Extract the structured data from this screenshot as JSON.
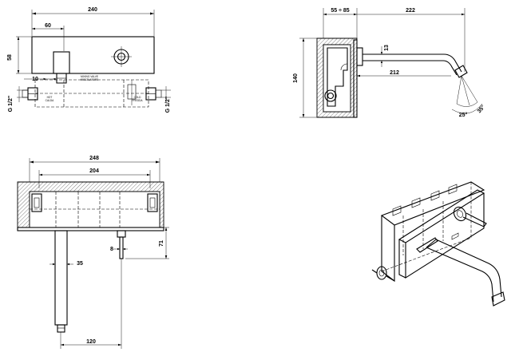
{
  "front_view": {
    "dim_width": "240",
    "dim_offset": "60",
    "dim_height": "58",
    "dim_small": "10",
    "dim_thread_left": "G 1/2\"",
    "dim_thread_right": "G 1/2\"",
    "label_hot_l1": "HOT",
    "label_hot_l2": "CALDA",
    "label_cold_l1": "COLD",
    "label_cold_l2": "FREDDA",
    "label_mixing_l1": "MIXING VALVE",
    "label_mixing_l2": "MISCELATORE"
  },
  "side_view": {
    "dim_wall": "55 ÷ 85",
    "dim_reach": "222",
    "dim_height": "140",
    "dim_pipe": "13",
    "dim_spout": "212",
    "dim_angle1": "25°",
    "dim_angle2": "35°"
  },
  "top_view": {
    "dim_outer": "248",
    "dim_inner": "204",
    "dim_depth": "71",
    "dim_pipe": "35",
    "dim_lever": "8",
    "dim_spacing": "120"
  },
  "colors": {
    "line": "#000000",
    "background": "#ffffff"
  }
}
